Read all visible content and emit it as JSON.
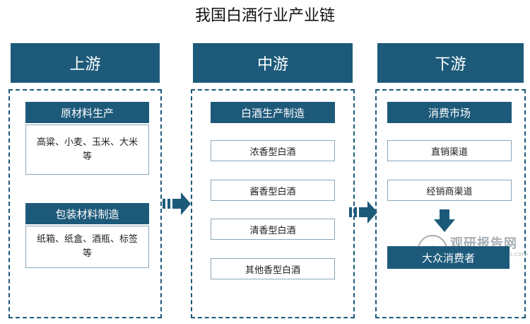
{
  "title": "我国白酒行业产业链",
  "columns": {
    "upstream": {
      "heading": "上游",
      "groups": [
        {
          "label": "原材料生产",
          "detail": "高粱、小麦、玉米、大米等"
        },
        {
          "label": "包装材料制造",
          "detail": "纸箱、纸盒、酒瓶、标签等"
        }
      ]
    },
    "midstream": {
      "heading": "中游",
      "label": "白酒生产制造",
      "items": [
        "浓香型白酒",
        "酱香型白酒",
        "清香型白酒",
        "其他香型白酒"
      ]
    },
    "downstream": {
      "heading": "下游",
      "label": "消费市场",
      "items": [
        "直销渠道",
        "经销商渠道"
      ],
      "consumer": "大众消费者"
    }
  },
  "watermark": {
    "name": "观研报告网",
    "url": "www.chinabaogao.com"
  },
  "colors": {
    "primary": "#1d5a7a",
    "box_border": "#8aa6b8",
    "background": "#ffffff"
  }
}
